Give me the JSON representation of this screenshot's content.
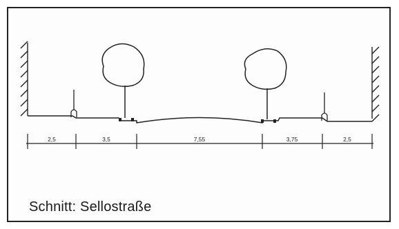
{
  "drawing": {
    "caption": "Schnitt: Sellostraße",
    "dimensions": [
      "2,5",
      "3,5",
      "7,55",
      "3,75",
      "2,5"
    ]
  }
}
